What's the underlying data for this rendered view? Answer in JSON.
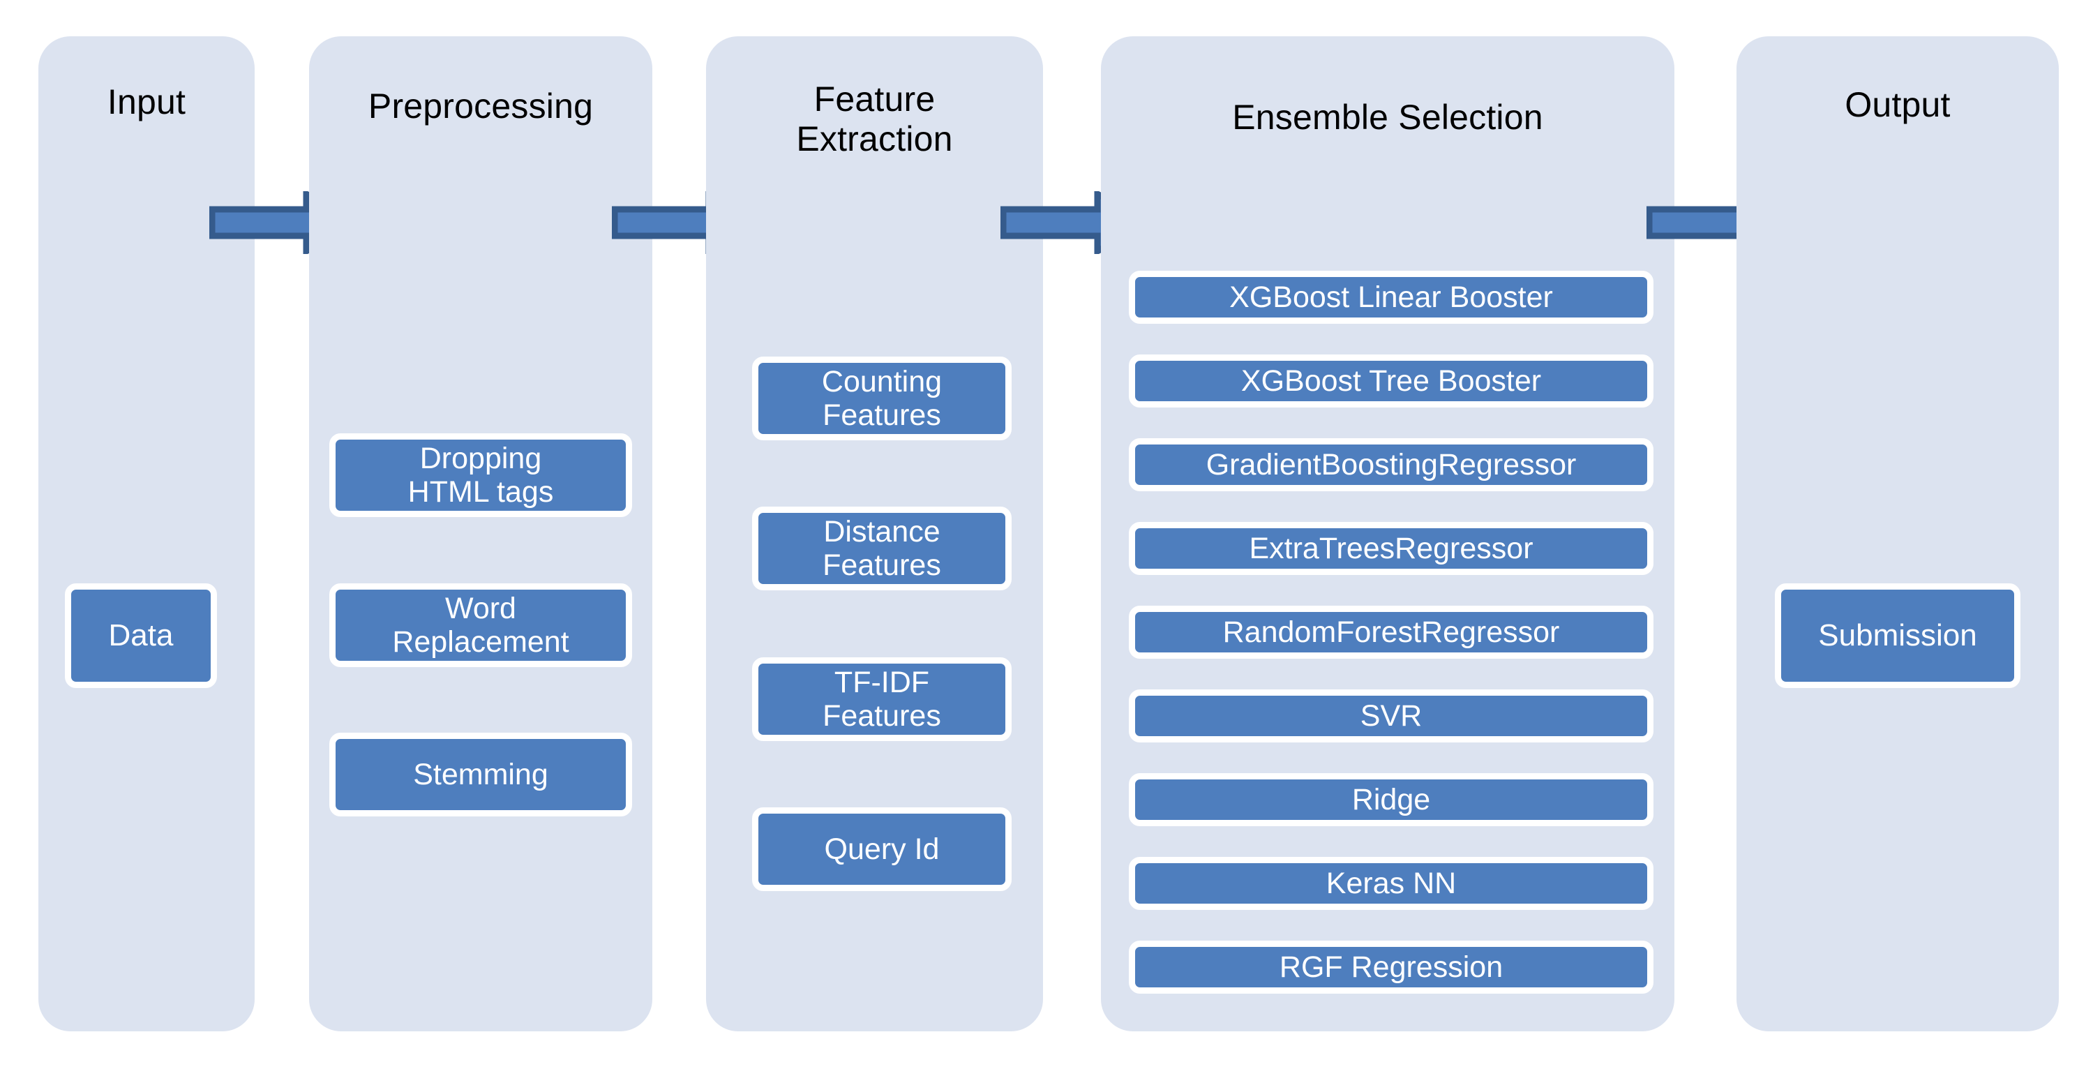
{
  "diagram": {
    "title": "Machine learning pipeline flowchart",
    "colors": {
      "panel_background": "#dce3f0",
      "box_fill": "#4e7ebe",
      "box_border": "#ffffff",
      "arrow_fill": "#4e7ebe",
      "arrow_outline": "#355b8c",
      "text_on_box": "#ffffff",
      "title_text": "#000000",
      "page_background": "#ffffff"
    },
    "stages": [
      {
        "id": "input",
        "title": "Input",
        "items": [
          {
            "label": "Data"
          }
        ]
      },
      {
        "id": "preprocessing",
        "title": "Preprocessing",
        "items": [
          {
            "label": "Dropping\nHTML tags"
          },
          {
            "label": "Word\nReplacement"
          },
          {
            "label": "Stemming"
          }
        ]
      },
      {
        "id": "feature-extraction",
        "title": "Feature\nExtraction",
        "items": [
          {
            "label": "Counting\nFeatures"
          },
          {
            "label": "Distance\nFeatures"
          },
          {
            "label": "TF-IDF\nFeatures"
          },
          {
            "label": "Query Id"
          }
        ]
      },
      {
        "id": "ensemble-selection",
        "title": "Ensemble Selection",
        "items": [
          {
            "label": "XGBoost  Linear Booster"
          },
          {
            "label": "XGBoost Tree Booster"
          },
          {
            "label": "GradientBoostingRegressor"
          },
          {
            "label": "ExtraTreesRegressor"
          },
          {
            "label": "RandomForestRegressor"
          },
          {
            "label": "SVR"
          },
          {
            "label": "Ridge"
          },
          {
            "label": "Keras NN"
          },
          {
            "label": "RGF Regression"
          }
        ]
      },
      {
        "id": "output",
        "title": "Output",
        "items": [
          {
            "label": "Submission"
          }
        ]
      }
    ],
    "arrows": [
      {
        "id": "arrow-input-to-preprocessing",
        "icon": "right-arrow-icon"
      },
      {
        "id": "arrow-preprocessing-to-feature-extraction",
        "icon": "right-arrow-icon"
      },
      {
        "id": "arrow-feature-extraction-to-ensemble-selection",
        "icon": "right-arrow-icon"
      },
      {
        "id": "arrow-ensemble-selection-to-output",
        "icon": "right-arrow-icon"
      }
    ]
  }
}
